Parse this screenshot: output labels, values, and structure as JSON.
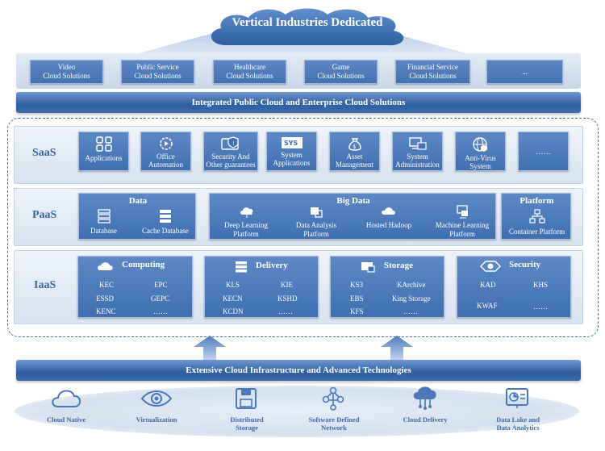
{
  "title": "Vertical Industries Dedicated",
  "industries": [
    "Video\nCloud Solutions",
    "Public Service\nCloud Solutions",
    "Healthcare\nCloud Solutions",
    "Game\nCloud Solutions",
    "Financial Service\nCloud Solutions",
    "..."
  ],
  "integrated_band": "Integrated  Public Cloud and Enterprise Cloud Solutions",
  "layers": {
    "saas": {
      "label": "SaaS",
      "tiles": [
        "Applications",
        "Office\nAutomation",
        "Security And\nOther guarantees",
        "System\nApplications",
        "Asset\nManagement",
        "System\nAdministration",
        "Anti-Virus\nSystem",
        "……"
      ]
    },
    "paas": {
      "label": "PaaS",
      "data": {
        "title": "Data",
        "items": [
          "Database",
          "Cache Database"
        ]
      },
      "bigdata": {
        "title": "Big Data",
        "items": [
          "Deep Learning\nPlatform",
          "Data Analysis\nPlatform",
          "Hosted Hadoop",
          "Machine Learning\nPlatform"
        ]
      },
      "platform": {
        "title": "Platform",
        "items": [
          "Container Platform"
        ]
      }
    },
    "iaas": {
      "label": "IaaS",
      "computing": {
        "title": "Computing",
        "items": [
          "KEC",
          "EPC",
          "ESSD",
          "GEPC",
          "KENC",
          "……"
        ]
      },
      "delivery": {
        "title": "Delivery",
        "items": [
          "KLS",
          "KIE",
          "KECN",
          "KSHD",
          "KCDN",
          "……"
        ]
      },
      "storage": {
        "title": "Storage",
        "items": [
          "KS3",
          "KArchive",
          "EBS",
          "King Storage",
          "KFS",
          "……"
        ]
      },
      "security": {
        "title": "Security",
        "items": [
          "KAD",
          "KHS",
          "KWAF",
          "……"
        ]
      }
    }
  },
  "infra_band": "Extensive Cloud Infrastructure and Advanced Technologies",
  "technologies": [
    "Cloud Native",
    "Virtualization",
    "Distributed\nStorage",
    "Software Defined\nNetwork",
    "Cloud Delivery",
    "Data Lake and\nData Analytics"
  ],
  "colors": {
    "primary": "#3f6fb0",
    "dark": "#2f5f9f",
    "light": "#d7e3f0",
    "accent_text": "#3a67a4"
  }
}
